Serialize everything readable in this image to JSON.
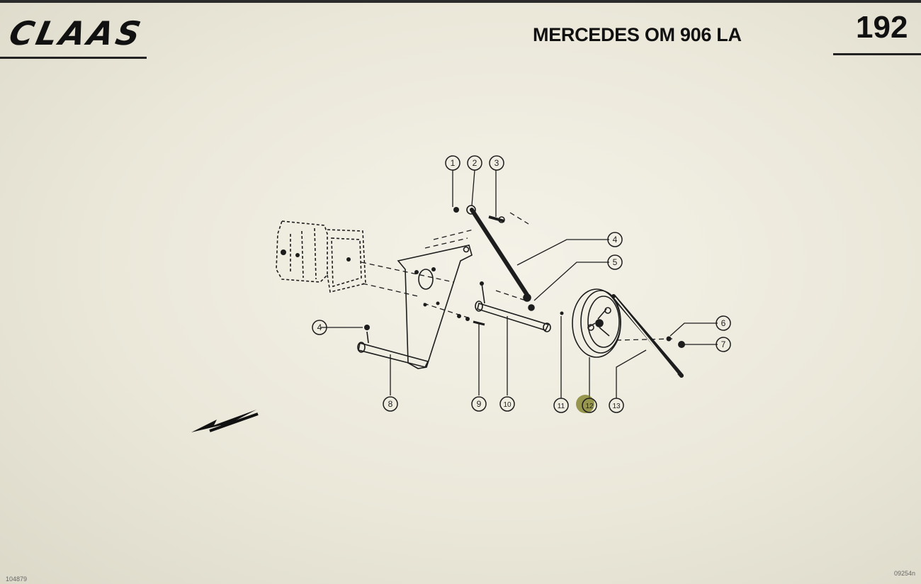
{
  "header": {
    "logo_text": "CLAAS",
    "title": "MERCEDES OM 906 LA",
    "page_number": "192"
  },
  "diagram": {
    "callouts": {
      "c1": "1",
      "c2": "2",
      "c3": "3",
      "c4a": "4",
      "c5": "5",
      "c4b": "4",
      "c6": "6",
      "c7": "7",
      "c8": "8",
      "c9": "9",
      "c10": "10",
      "c11": "11",
      "c12": "12",
      "c13": "13"
    },
    "highlight_color": "#7a7a1e"
  },
  "footer": {
    "left_code": "104879",
    "right_code": "09254n"
  }
}
